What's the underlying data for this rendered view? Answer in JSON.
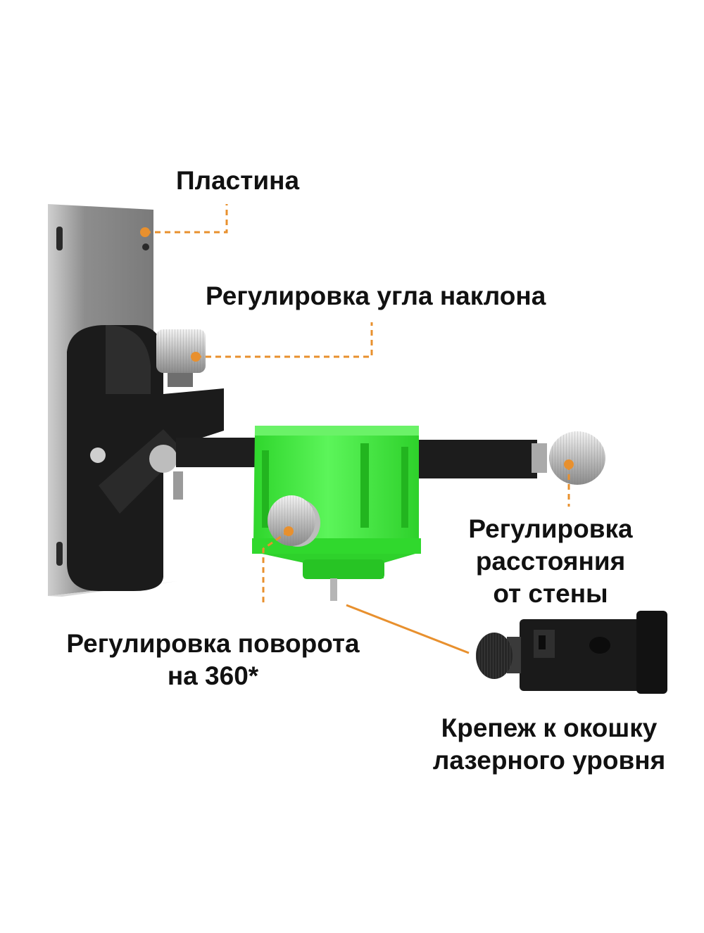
{
  "labels": {
    "plate": "Пластина",
    "tilt": "Регулировка угла наклона",
    "distance": [
      "Регулировка",
      "расстояния",
      "от стены"
    ],
    "rotation": [
      "Регулировка поворота",
      "на 360*"
    ],
    "mount": [
      "Крепеж к окошку",
      "лазерного уровня"
    ]
  },
  "colors": {
    "leader": "#e8902e",
    "bracket_green": "#3ee83a",
    "body_black": "#1a1a1a",
    "plate_grey": "#9c9c9c"
  }
}
